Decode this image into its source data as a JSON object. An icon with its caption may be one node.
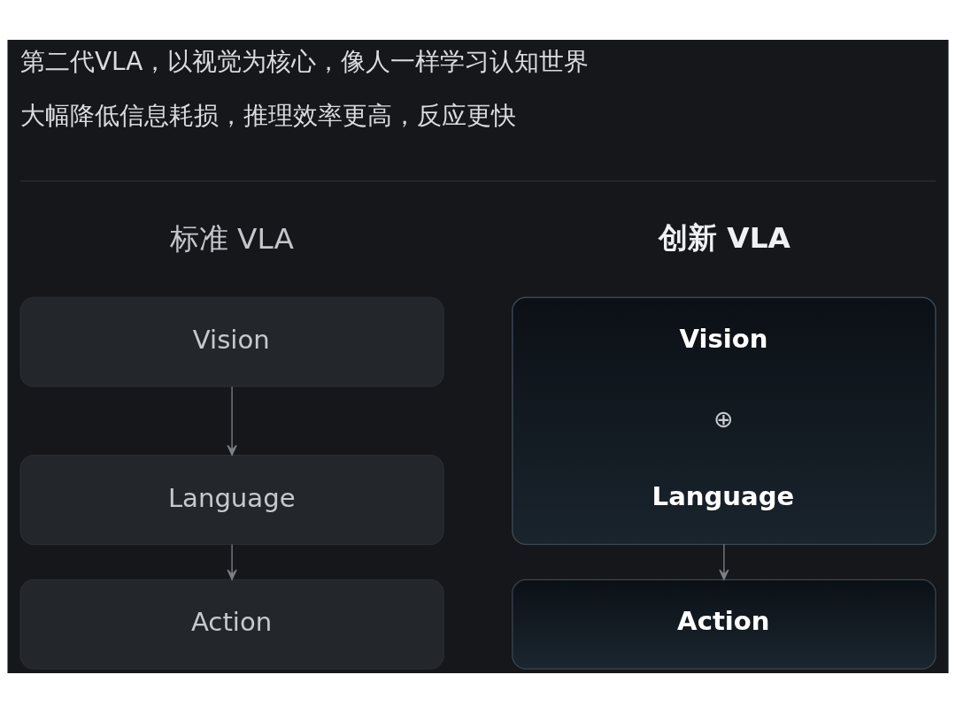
{
  "diagram": {
    "nodes": [
      {
        "text": [
          "Vision"
        ]
      },
      {
        "text": [
          "Language"
        ]
      },
      {
        "text": [
          "Action"
        ]
      },
      {
        "text": [],
        "shape": "box"
      },
      {
        "text": [
          "Vision"
        ],
        "in": 3
      },
      {
        "text": [
          "Language"
        ],
        "in": 3
      },
      {
        "text": [
          "Action"
        ]
      }
    ],
    "edges": [
      {
        "from": 0,
        "to": 1,
        "arrow": "to"
      },
      {
        "from": 1,
        "to": 2,
        "arrow": "to"
      },
      {
        "from": 3,
        "to": 6,
        "arrow": "to"
      }
    ],
    "labels": [
      "第二代VLA，以视觉为核心，像人一样学习认知世界",
      "大幅降低信息耗损，推理效率更高，反应更快",
      "标准 VLA",
      "创新 VLA",
      "⊕"
    ]
  }
}
